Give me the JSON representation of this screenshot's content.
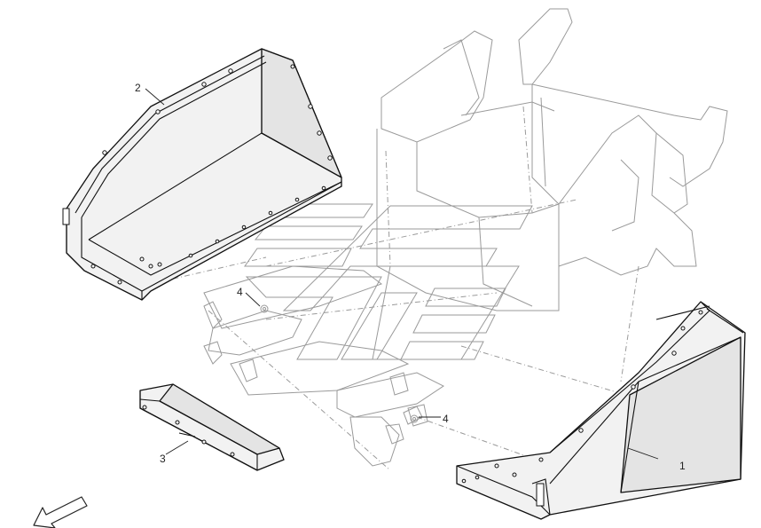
{
  "callouts": {
    "c1": "1",
    "c2": "2",
    "c3": "3",
    "c4a": "4",
    "c4b": "4"
  },
  "icons": {
    "direction_arrow": "front-direction-arrow-icon"
  }
}
